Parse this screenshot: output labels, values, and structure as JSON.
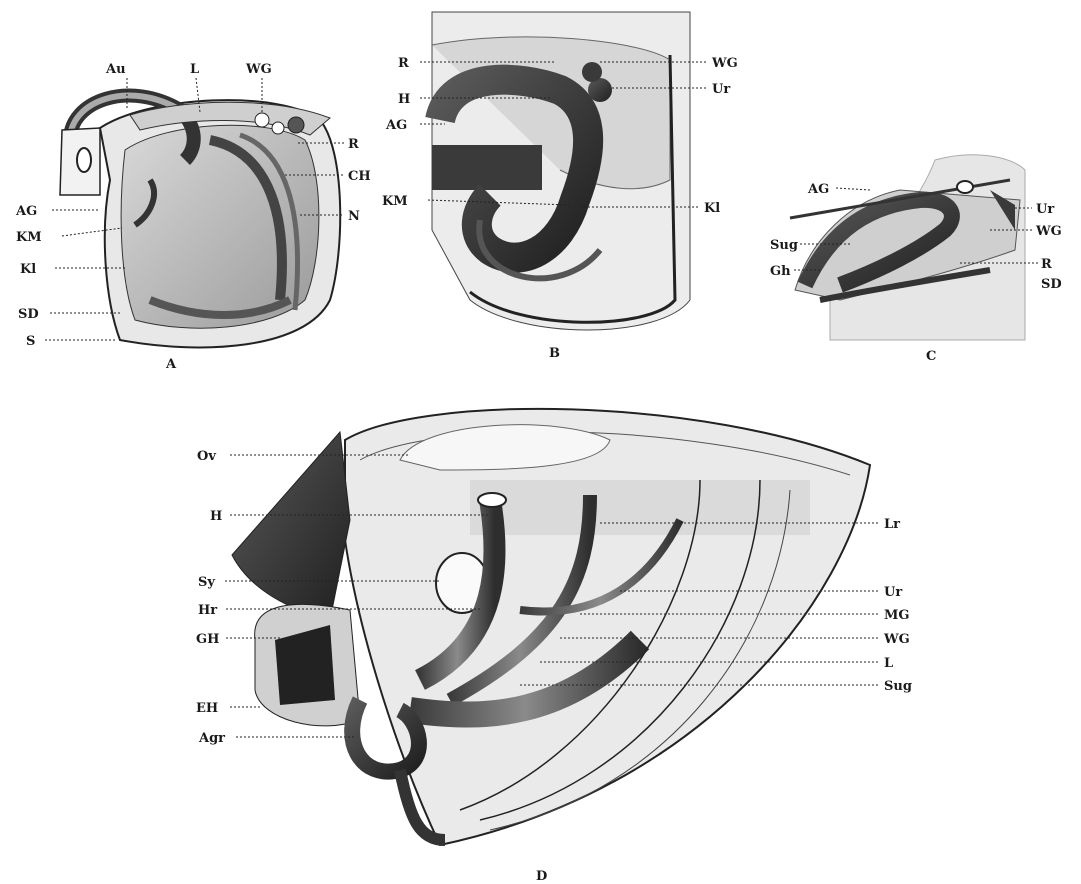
{
  "panels": {
    "A": {
      "caption": "A",
      "labels": {
        "Au": "Au",
        "L": "L",
        "WG": "WG",
        "R": "R",
        "CH": "CH",
        "N": "N",
        "AG": "AG",
        "KM": "KM",
        "Kl": "Kl",
        "SD": "SD",
        "S": "S"
      }
    },
    "B": {
      "caption": "B",
      "labels": {
        "R": "R",
        "H": "H",
        "AG": "AG",
        "KM": "KM",
        "WG": "WG",
        "Ur": "Ur",
        "Kl": "Kl"
      }
    },
    "C": {
      "caption": "C",
      "labels": {
        "AG": "AG",
        "Sug": "Sug",
        "Gh": "Gh",
        "Ur": "Ur",
        "WG": "WG",
        "R": "R",
        "SD": "SD"
      }
    },
    "D": {
      "caption": "D",
      "labels": {
        "Ov": "Ov",
        "H": "H",
        "Sy": "Sy",
        "Hr": "Hr",
        "GH": "GH",
        "EH": "EH",
        "Agr": "Agr",
        "Lr": "Lr",
        "Ur": "Ur",
        "MG": "MG",
        "WG": "WG",
        "L": "L",
        "Sug": "Sug"
      }
    }
  }
}
